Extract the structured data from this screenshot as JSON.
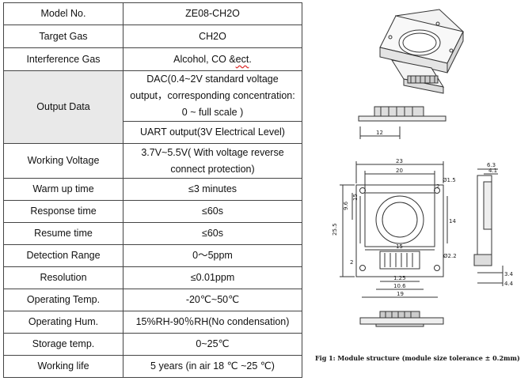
{
  "rows": [
    {
      "label": "Model No.",
      "value": "ZE08-CH2O"
    },
    {
      "label": "Target Gas",
      "value": "CH2O"
    },
    {
      "label": "Interference Gas",
      "value_prefix": "Alcohol, CO &",
      "value_wavy": "ect",
      "value_suffix": "."
    },
    {
      "label": "Output Data",
      "value": "DAC(0.4~2V standard voltage output，corresponding concentration: 0 ~ full scale )",
      "value2": "UART output(3V Electrical Level)"
    },
    {
      "label": "Working Voltage",
      "value": "3.7V~5.5V( With voltage reverse connect protection)"
    },
    {
      "label": "Warm up time",
      "value": "≤3 minutes"
    },
    {
      "label": "Response time",
      "value": "≤60s"
    },
    {
      "label": "Resume time",
      "value": "≤60s"
    },
    {
      "label": "Detection Range",
      "value": "0～5ppm"
    },
    {
      "label": "Resolution",
      "value": "≤0.01ppm"
    },
    {
      "label": "Operating Temp.",
      "value": "-20℃~50℃"
    },
    {
      "label": "Operating Hum.",
      "value": "15%RH-90％RH(No condensation)"
    },
    {
      "label": "Storage temp.",
      "value": "0~25℃"
    },
    {
      "label": "Working life",
      "value": "5 years (in air 18 ℃ ~25 ℃)"
    }
  ],
  "drawing": {
    "side_dim": "12",
    "top_width_outer": "23",
    "top_width_inner": "20",
    "hole_dia": "Ø1.5",
    "hole_dia2": "Ø2.2",
    "dim_9_6": "9.6",
    "dim_15_left": "15",
    "dim_14": "14",
    "dim_15_bottom": "15",
    "dim_25_5": "25.5",
    "dim_2_left": "2",
    "dim_2_right": "2",
    "dim_1_25": "1.25",
    "dim_10_6": "10.6",
    "dim_19": "19",
    "dim_6_3": "6.3",
    "dim_4_1": "4.1",
    "dim_3_4": "3.4",
    "dim_4_4": "4.4",
    "caption": "Fig 1: Module structure (module size tolerance ± 0.2mm)"
  }
}
